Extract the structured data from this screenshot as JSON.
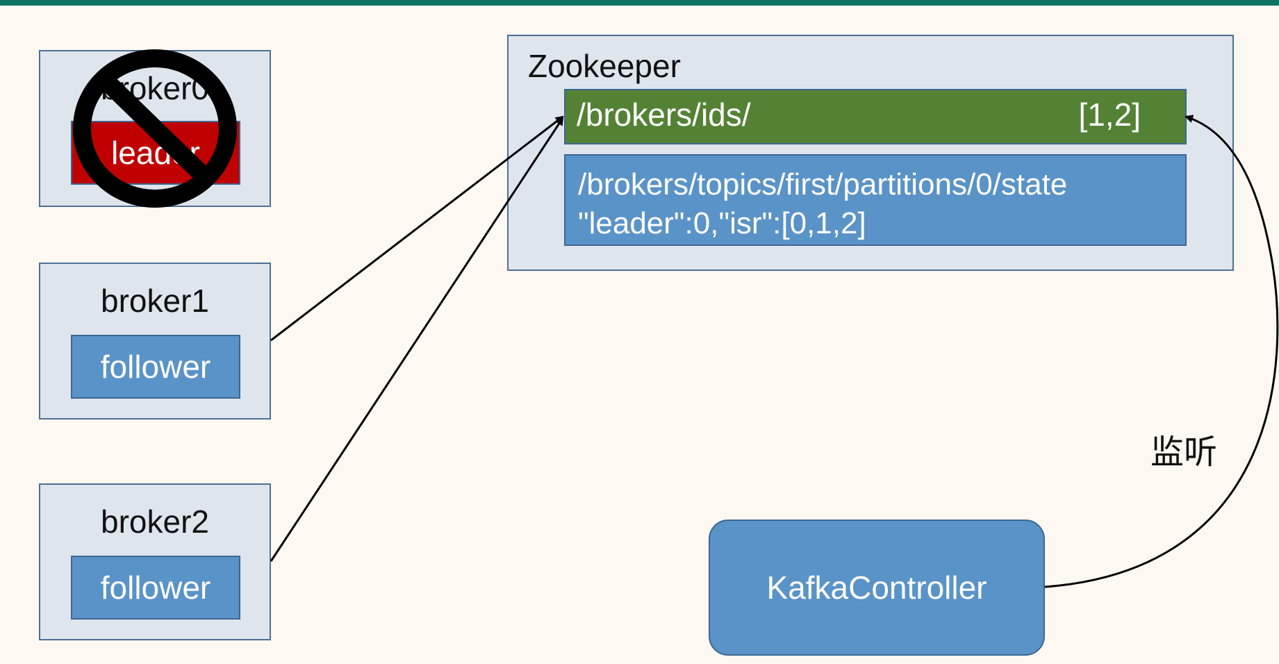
{
  "brokers": [
    {
      "name": "broker0",
      "label": "broker0",
      "role": "leader",
      "disabled": true
    },
    {
      "name": "broker1",
      "label": "broker1",
      "role": "follower"
    },
    {
      "name": "broker2",
      "label": "broker2",
      "role": "follower"
    }
  ],
  "zookeeper": {
    "title": "Zookeeper",
    "ids_path": "/brokers/ids/",
    "ids_value": "[1,2]",
    "state_path": "/brokers/topics/first/partitions/0/state",
    "state_value": "\"leader\":0,\"isr\":[0,1,2]"
  },
  "controller": {
    "label": "KafkaController"
  },
  "listen_label": "监听",
  "colors": {
    "accent_rule": "#0f7463",
    "box_fill": "#dfe5ed",
    "box_border": "#4d6f96",
    "follower": "#5a93c7",
    "leader": "#c00000",
    "ids_bar": "#548235",
    "no_sign": "#000000"
  },
  "icons": {
    "disabled_broker": "prohibited-icon"
  }
}
